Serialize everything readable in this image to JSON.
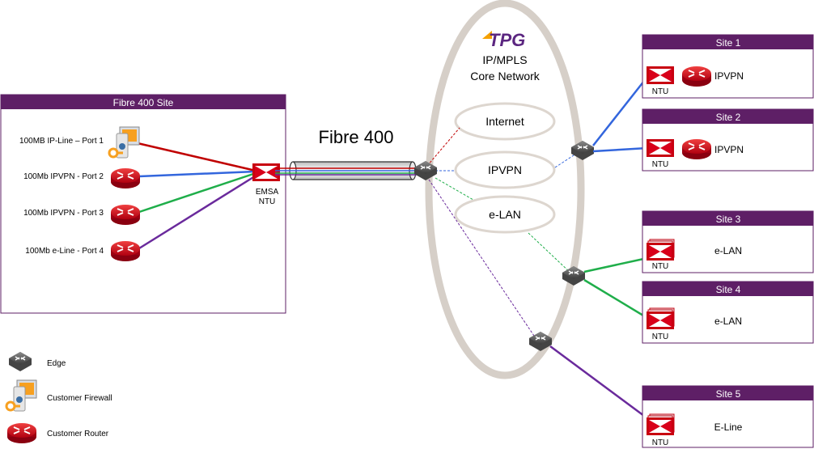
{
  "brand": {
    "name": "TPG",
    "color": "#f5a100",
    "accent": "#5b2680"
  },
  "core": {
    "title_line1": "IP/MPLS",
    "title_line2": "Core Network",
    "services": [
      "Internet",
      "IPVPN",
      "e-LAN"
    ]
  },
  "link_label": "Fibre 400",
  "site400": {
    "title": "Fibre 400 Site",
    "ports": [
      "100MB IP-Line – Port 1",
      "100Mb IPVPN - Port 2",
      "100Mb IPVPN - Port 3",
      "100Mb e-Line - Port 4"
    ],
    "ntu_label_line1": "EMSA",
    "ntu_label_line2": "NTU"
  },
  "sites": [
    {
      "title": "Site 1",
      "service": "IPVPN",
      "ntu": "NTU"
    },
    {
      "title": "Site 2",
      "service": "IPVPN",
      "ntu": "NTU"
    },
    {
      "title": "Site 3",
      "service": "e-LAN",
      "ntu": "NTU"
    },
    {
      "title": "Site 4",
      "service": "e-LAN",
      "ntu": "NTU"
    },
    {
      "title": "Site 5",
      "service": "E-Line",
      "ntu": "NTU"
    }
  ],
  "legend": {
    "edge": "Edge",
    "firewall": "Customer Firewall",
    "router": "Customer Router"
  },
  "colors": {
    "header_purple": "#5e1f66",
    "red_line": "#c00000",
    "blue_line": "#3366dd",
    "green_line": "#1fae4a",
    "purple_line": "#6a2a9c",
    "core_oval": "#d6cfc8"
  }
}
